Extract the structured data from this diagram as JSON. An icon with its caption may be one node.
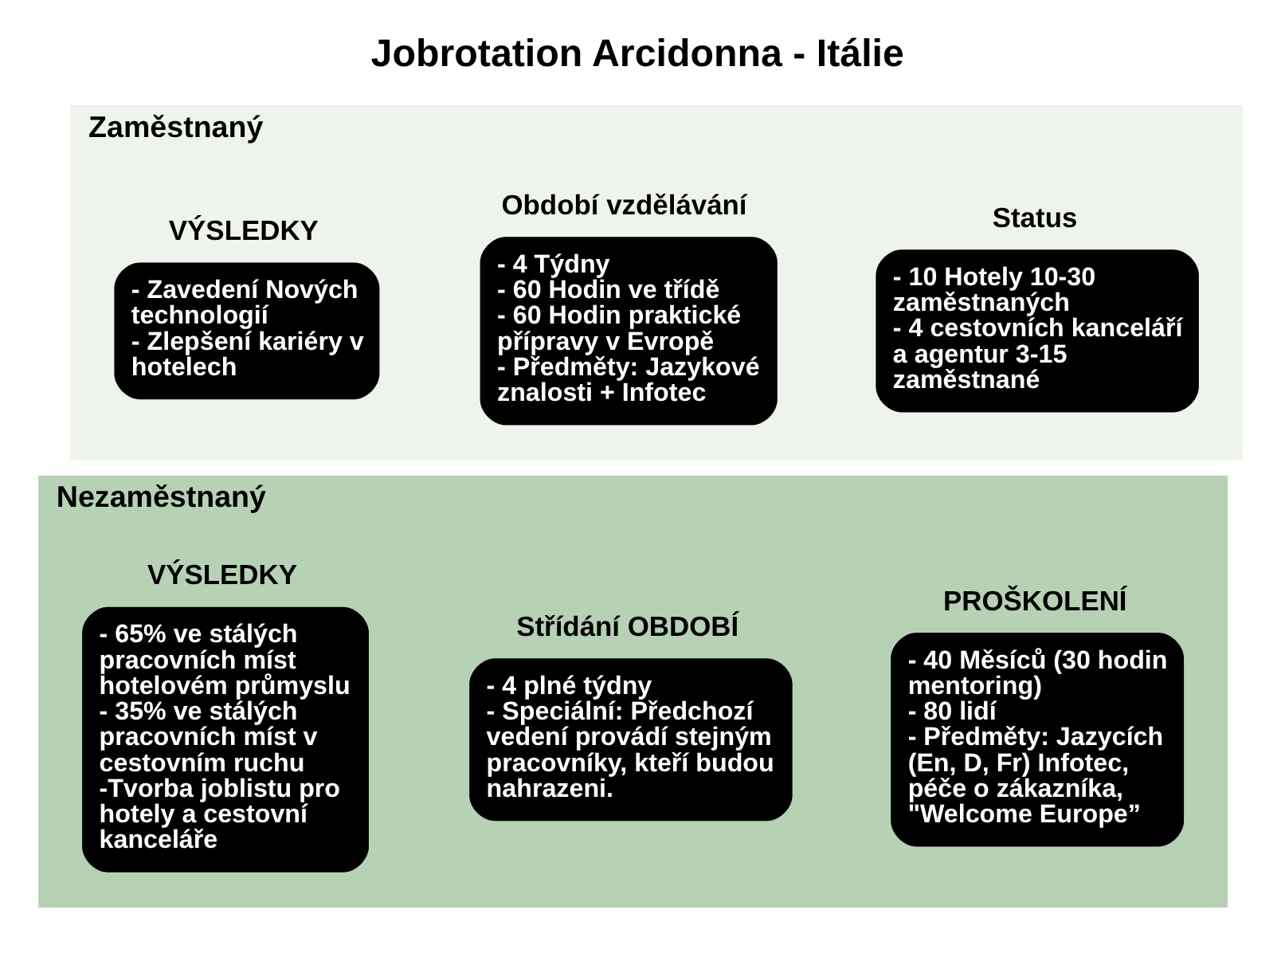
{
  "diagram": {
    "title": "Jobrotation Arcidonna - Itálie",
    "nodes": [
      {
        "text": [
          "Zaměstnaný"
        ]
      },
      {
        "text": [
          "Status",
          "- 10 Hotely 10-30 zaměstnaných",
          "- 4 cestovních kanceláří a agentur 3-15 zaměstnané"
        ],
        "in": 0
      },
      {
        "text": [
          "Období vzdělávání",
          "- 4 Týdny",
          "- 60 Hodin ve třídě",
          "- 60 Hodin praktické přípravy v Evropě",
          "- Předměty: Jazykové znalosti + Infotec"
        ],
        "in": 0
      },
      {
        "text": [
          "VÝSLEDKY",
          "- Zavedení Nových technologií",
          "- Zlepšení kariéry v hotelech"
        ],
        "in": 0
      },
      {
        "text": [
          "Nezaměstnaný"
        ]
      },
      {
        "text": [
          "PROŠKOLENÍ",
          "- 40 Měsíců (30 hodin mentoring)",
          "- 80 lidí",
          "- Předměty: Jazycích (En, D, Fr) Infotec, péče o zákazníka, \"Welcome Europe”"
        ],
        "in": 4
      },
      {
        "text": [
          "Střídání OBDOBÍ",
          "- 4 plné týdny",
          "- Speciální: Předchozí vedení provádí stejným pracovníky, kteří budou nahrazeni."
        ],
        "in": 4
      },
      {
        "text": [
          "VÝSLEDKY",
          "- 65% ve stálých pracovních míst hotelovém průmyslu",
          "- 35% ve stálých pracovních míst v cestovním ruchu",
          "-Tvorba joblistu pro hotely a cestovní kanceláře"
        ],
        "in": 4
      }
    ],
    "edges": []
  }
}
